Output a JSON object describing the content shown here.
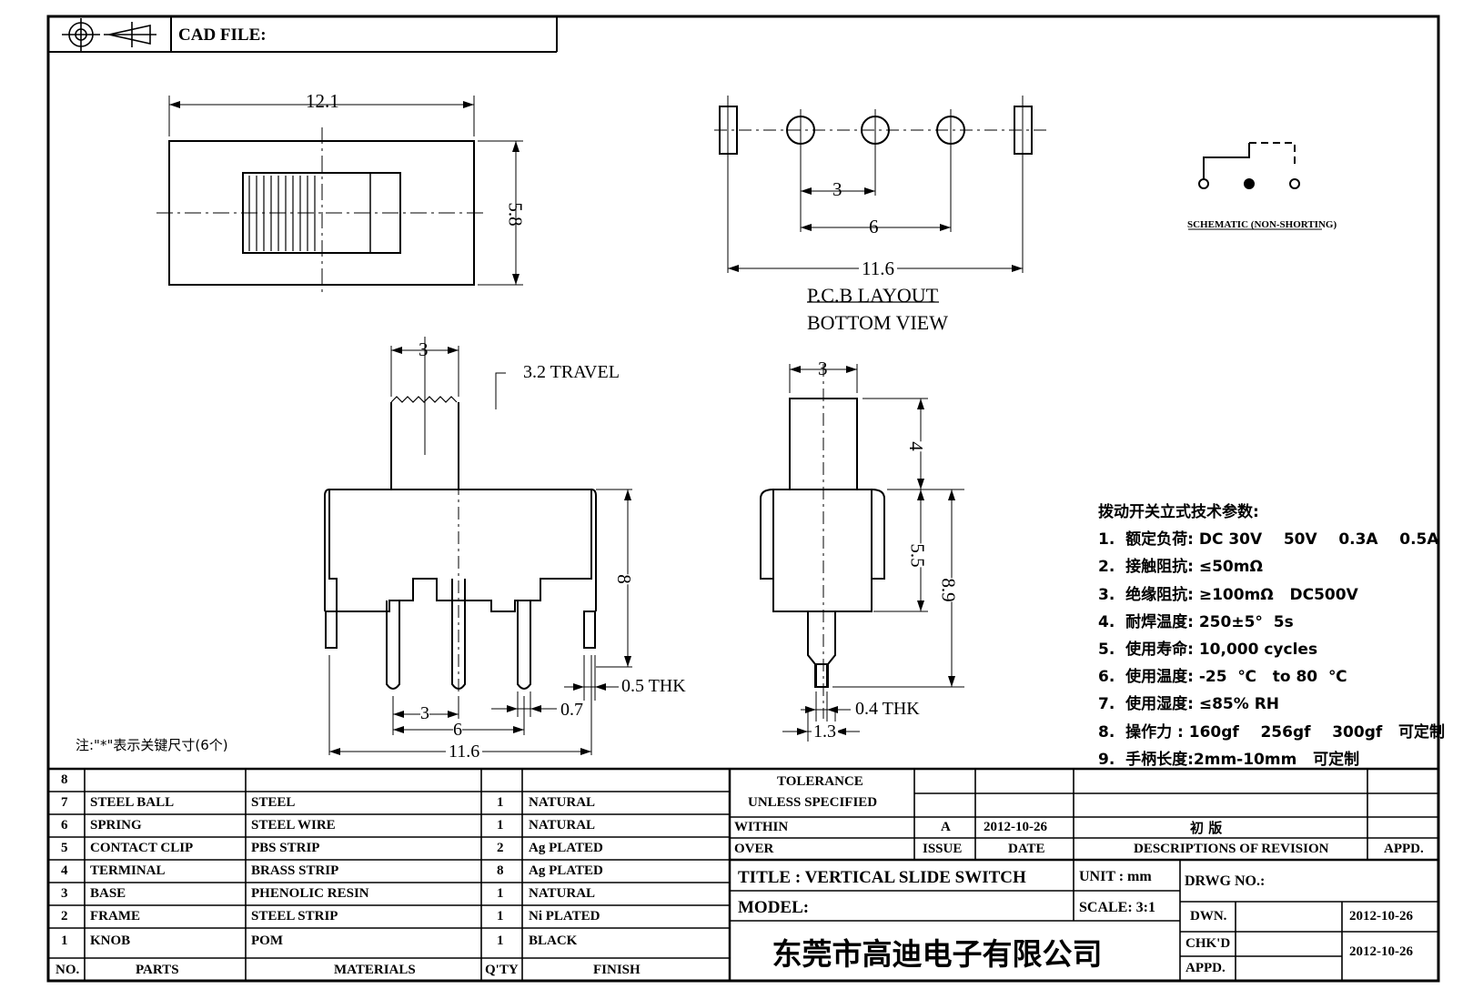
{
  "header": {
    "cad_file_label": "CAD FILE:"
  },
  "top_view": {
    "width_dim": "12.1",
    "height_dim": "5.8"
  },
  "pcb": {
    "dim_pitch": "3",
    "dim_pitch2": "6",
    "dim_total": "11.6",
    "title": "P.C.B LAYOUT",
    "subtitle": "BOTTOM VIEW"
  },
  "schematic": {
    "label": "SCHEMATIC (NON-SHORTING)"
  },
  "front_view": {
    "dim_knob": "3",
    "travel": "3.2 TRAVEL",
    "dim_height": "8",
    "dim_thk": "0.5 THK",
    "dim_pitch": "3",
    "dim_07": "0.7",
    "dim_pitch2": "6",
    "dim_total": "11.6"
  },
  "side_view": {
    "dim_knob": "3",
    "dim_4": "4",
    "dim_55": "5.5",
    "dim_89": "8.9",
    "dim_thk": "0.4 THK",
    "dim_13": "1.3"
  },
  "note": "注:\"*\"表示关键尺寸(6个)",
  "specs": {
    "title": "拨动开关立式技术参数:",
    "items": [
      "1.  额定负荷: DC 30V    50V    0.3A    0.5A",
      "2.  接触阻抗: ≤50mΩ",
      "3.  绝缘阻抗: ≥100mΩ   DC500V",
      "4.  耐焊温度: 250±5°  5s",
      "5.  使用寿命: 10,000 cycles",
      "6.  使用温度: -25  ℃   to 80  ℃",
      "7.  使用湿度: ≤85% RH",
      "8.  操作力 : 160gf    256gf    300gf   可定制",
      "9.  手柄长度:2mm-10mm   可定制"
    ]
  },
  "bom": {
    "headers": {
      "no": "NO.",
      "parts": "PARTS",
      "materials": "MATERIALS",
      "qty": "Q'TY",
      "finish": "FINISH"
    },
    "rows": [
      {
        "no": "8",
        "part": "",
        "material": "",
        "qty": "",
        "finish": ""
      },
      {
        "no": "7",
        "part": "STEEL BALL",
        "material": "STEEL",
        "qty": "1",
        "finish": "NATURAL"
      },
      {
        "no": "6",
        "part": "SPRING",
        "material": "STEEL WIRE",
        "qty": "1",
        "finish": "NATURAL"
      },
      {
        "no": "5",
        "part": "CONTACT CLIP",
        "material": "PBS STRIP",
        "qty": "2",
        "finish": "Ag PLATED"
      },
      {
        "no": "4",
        "part": "TERMINAL",
        "material": "BRASS STRIP",
        "qty": "8",
        "finish": "Ag PLATED"
      },
      {
        "no": "3",
        "part": "BASE",
        "material": "PHENOLIC RESIN",
        "qty": "1",
        "finish": "NATURAL"
      },
      {
        "no": "2",
        "part": "FRAME",
        "material": "STEEL STRIP",
        "qty": "1",
        "finish": "Ni PLATED"
      },
      {
        "no": "1",
        "part": "KNOB",
        "material": "POM",
        "qty": "1",
        "finish": "BLACK"
      }
    ]
  },
  "titleblock": {
    "tolerance": "TOLERANCE",
    "unless": "UNLESS   SPECIFIED",
    "within": "WITHIN",
    "over": "OVER",
    "issue_val": "A",
    "date_val": "2012-10-26",
    "rev_desc": "初  版",
    "issue_label": "ISSUE",
    "date_label": "DATE",
    "desc_label": "DESCRIPTIONS OF REVISION",
    "appd_label": "APPD.",
    "title": "TITLE :   VERTICAL SLIDE SWITCH",
    "unit": "UNIT :   mm",
    "drwg": "DRWG NO.:",
    "model": "MODEL:",
    "scale": "SCALE:   3:1",
    "dwn": "DWN.",
    "dwn_date": "2012-10-26",
    "chkd": "CHK'D",
    "appd": "APPD.",
    "chk_date": "2012-10-26",
    "company": "东莞市高迪电子有限公司"
  }
}
